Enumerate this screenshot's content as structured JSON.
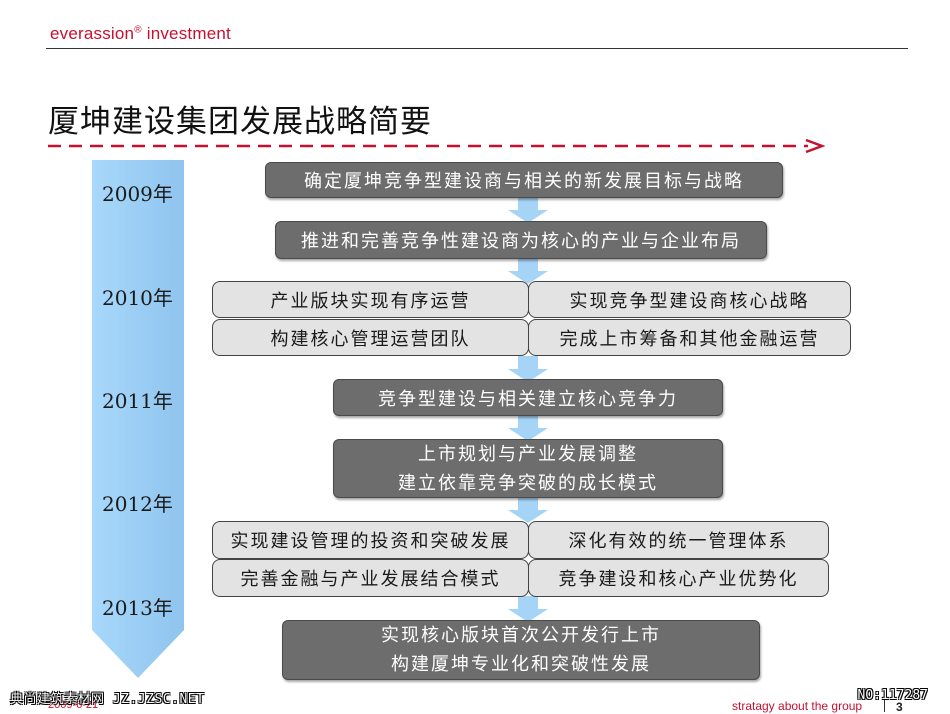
{
  "header": {
    "brand_name": "everassion",
    "brand_mark": "®",
    "brand_suffix": " investment"
  },
  "title": "厦坤建设集团发展战略简要",
  "colors": {
    "brand_red": "#c8102e",
    "timeline_blue": "#9fd0f5",
    "box_dark": "#6d6d6d",
    "box_light": "#e3e3e3"
  },
  "timeline": {
    "years": [
      "2009年",
      "2010年",
      "2011年",
      "2012年",
      "2013年"
    ]
  },
  "steps": {
    "s1": "确定厦坤竞争型建设商与相关的新发展目标与战略",
    "s2": "推进和完善竞争性建设商为核心的产业与企业布局",
    "grid1": [
      "产业版块实现有序运营",
      "实现竞争型建设商核心战略",
      "构建核心管理运营团队",
      "完成上市筹备和其他金融运营"
    ],
    "s3": "竞争型建设与相关建立核心竞争力",
    "s4": [
      "上市规划与产业发展调整",
      "建立依靠竞争突破的成长模式"
    ],
    "grid2": [
      "实现建设管理的投资和突破发展",
      "深化有效的统一管理体系",
      "完善金融与产业发展结合模式",
      "竞争建设和核心产业优势化"
    ],
    "s5": [
      "实现核心版块首次公开发行上市",
      "构建厦坤专业化和突破性发展"
    ]
  },
  "watermarks": {
    "left": "典尚建筑素材网 JZ.JZSC.NET",
    "right": "NO:117287"
  },
  "footer": {
    "date": "2009-6-21",
    "tagline": "stratagy about the group",
    "page": "3"
  }
}
